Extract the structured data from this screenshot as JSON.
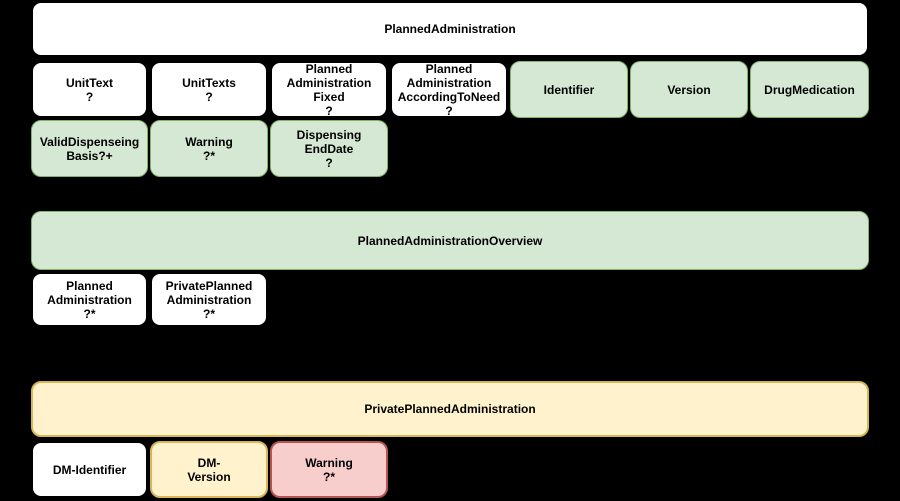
{
  "colors": {
    "background": "#000000",
    "text": "#000000",
    "white_fill": "#ffffff",
    "white_stroke": "#000000",
    "green_fill": "#d5e8d4",
    "green_stroke": "#82b366",
    "yellow_fill": "#fff2cc",
    "yellow_stroke": "#d6b656",
    "red_fill": "#f8cecc",
    "red_stroke": "#b85450"
  },
  "sections": [
    {
      "parent": {
        "label": "PlannedAdministration",
        "color": "white"
      },
      "children": [
        {
          "label": "UnitText\n?",
          "color": "white"
        },
        {
          "label": "UnitTexts\n?",
          "color": "white"
        },
        {
          "label": "Planned\nAdministration\nFixed\n?",
          "color": "white"
        },
        {
          "label": "Planned\nAdministration\nAccordingToNeed\n?",
          "color": "white"
        },
        {
          "label": "Identifier",
          "color": "green"
        },
        {
          "label": "Version",
          "color": "green"
        },
        {
          "label": "DrugMedication",
          "color": "green"
        },
        {
          "label": "ValidDispenseing\nBasis?+",
          "color": "green"
        },
        {
          "label": "Warning\n?*",
          "color": "green"
        },
        {
          "label": "Dispensing\nEndDate\n?",
          "color": "green"
        }
      ]
    },
    {
      "parent": {
        "label": "PlannedAdministrationOverview",
        "color": "green"
      },
      "children": [
        {
          "label": "Planned\nAdministration\n?*",
          "color": "white"
        },
        {
          "label": "PrivatePlanned\nAdministration\n?*",
          "color": "white"
        }
      ]
    },
    {
      "parent": {
        "label": "PrivatePlannedAdministration",
        "color": "yellow"
      },
      "children": [
        {
          "label": "DM-Identifier",
          "color": "white"
        },
        {
          "label": "DM-\nVersion",
          "color": "yellow"
        },
        {
          "label": "Warning\n?*",
          "color": "red"
        }
      ]
    }
  ]
}
